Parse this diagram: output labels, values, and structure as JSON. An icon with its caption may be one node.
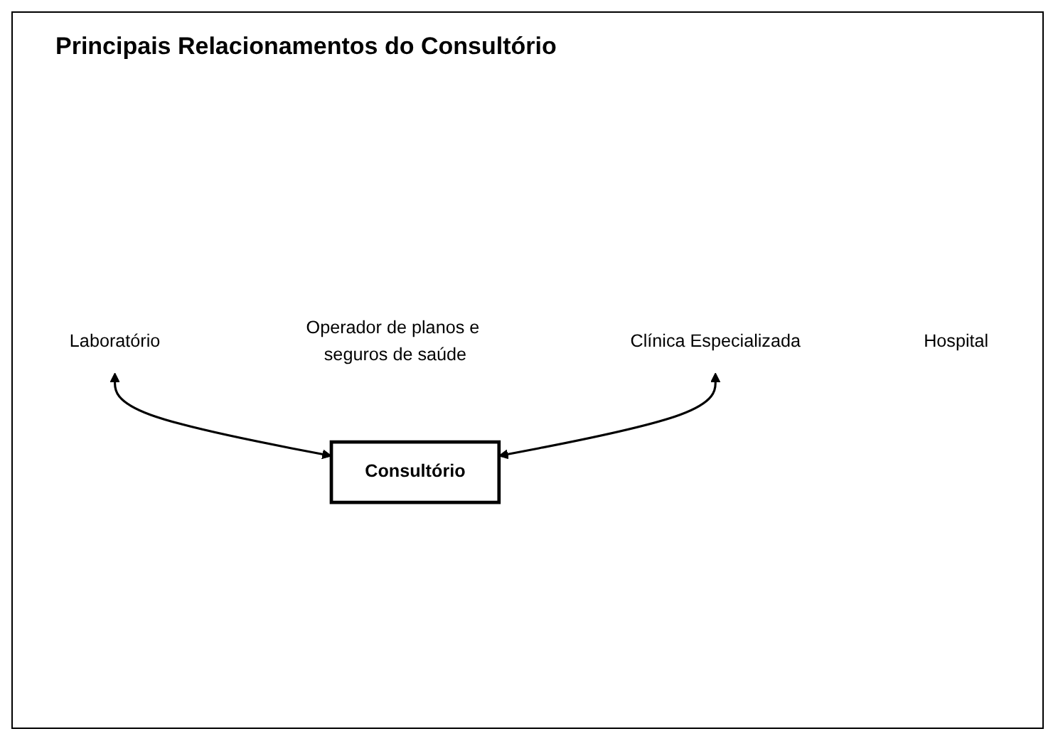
{
  "diagram": {
    "title": "Principais Relacionamentos do Consultório",
    "nodes": [
      {
        "text": [
          "Laboratório"
        ]
      },
      {
        "text": [
          "Operador de planos e seguros de saúde"
        ]
      },
      {
        "text": [
          "Clínica Especializada"
        ]
      },
      {
        "text": [
          "Hospital"
        ]
      },
      {
        "text": [
          "Consultório"
        ]
      }
    ],
    "edges": [
      {
        "from": 0,
        "to": 4,
        "arrow": "both"
      },
      {
        "from": 2,
        "to": 4,
        "arrow": "both"
      }
    ]
  }
}
